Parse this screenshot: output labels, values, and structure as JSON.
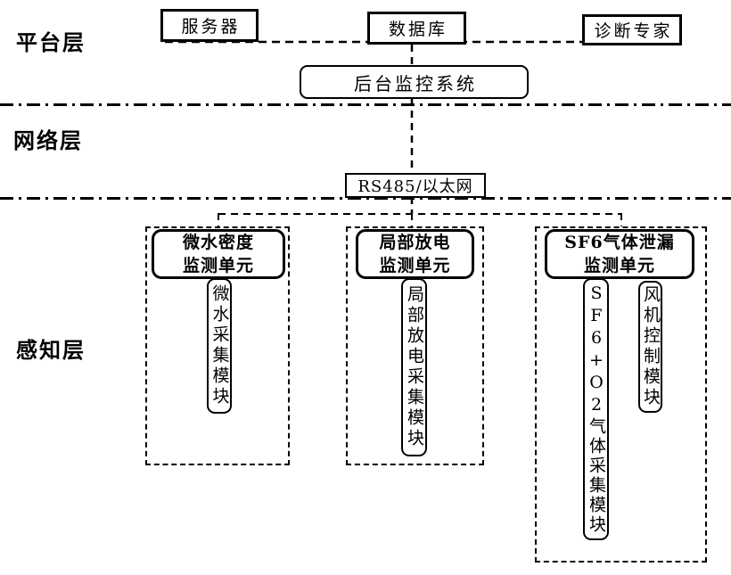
{
  "diagram_title": "GIS monitoring system layered architecture",
  "colors": {
    "line": "#000000",
    "background": "#ffffff",
    "text": "#000000"
  },
  "layers": {
    "platform": "平台层",
    "network": "网络层",
    "perception": "感知层"
  },
  "platform": {
    "server": "服务器",
    "database": "数据库",
    "expert": "诊断专家",
    "monitor": "后台监控系统"
  },
  "network": {
    "bus": "RS485/以太网"
  },
  "perception": {
    "units": [
      {
        "title_line1": "微水密度",
        "title_line2": "监测单元",
        "modules": [
          "微水采集模块"
        ]
      },
      {
        "title_line1": "局部放电",
        "title_line2": "监测单元",
        "modules": [
          "局部放电采集模块"
        ]
      },
      {
        "title_line1": "SF6气体泄漏",
        "title_line2": "监测单元",
        "modules": [
          "SF6+O2气体采集模块",
          "风机控制模块"
        ]
      }
    ]
  }
}
